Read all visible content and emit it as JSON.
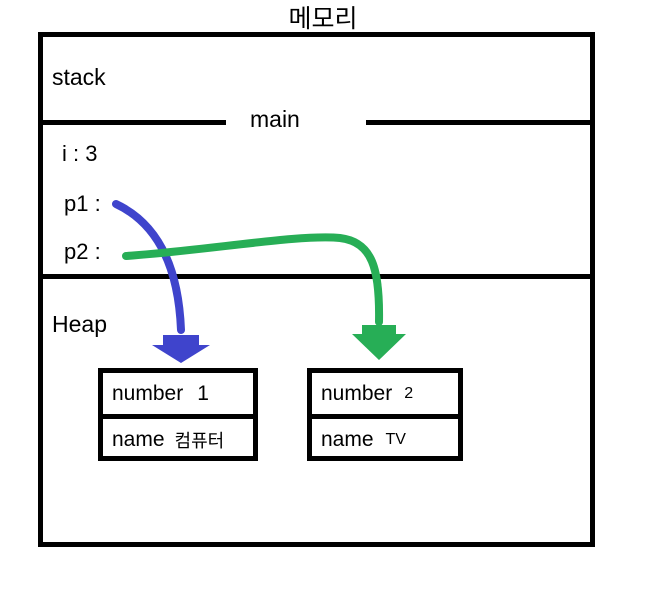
{
  "diagram": {
    "title": "메모리",
    "frame": {
      "stack": {
        "label": "stack",
        "frame_label": "main",
        "variables": [
          {
            "name": "i : 3",
            "key": "i",
            "value": "3"
          },
          {
            "name": "p1 :",
            "key": "p1",
            "value": ""
          },
          {
            "name": "p2 :",
            "key": "p2",
            "value": ""
          }
        ]
      },
      "heap": {
        "label": "Heap",
        "objects": [
          {
            "id": "object-1",
            "fields": [
              {
                "key": "number",
                "value": "1"
              },
              {
                "key": "name",
                "value": "컴퓨터"
              }
            ]
          },
          {
            "id": "object-2",
            "fields": [
              {
                "key": "number",
                "value": "2"
              },
              {
                "key": "name",
                "value": "TV"
              }
            ]
          }
        ]
      }
    },
    "pointers": [
      {
        "from": "p1",
        "to": "object-1",
        "color": "#3F44CC",
        "name": "p1-arrow"
      },
      {
        "from": "p2",
        "to": "object-2",
        "color": "#27AE56",
        "name": "p2-arrow"
      }
    ],
    "colors": {
      "outline": "#000000",
      "background": "#FFFFFF",
      "pointer_blue": "#3F44CC",
      "pointer_green": "#27AE56"
    }
  }
}
